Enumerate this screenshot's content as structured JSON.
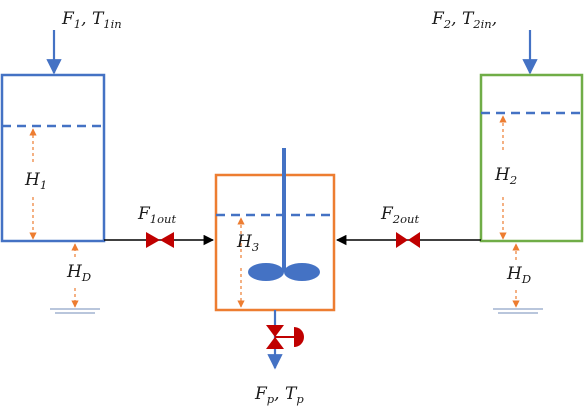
{
  "labels": {
    "inlet1": {
      "main": "F",
      "sub1": "1",
      "sep": ", ",
      "main2": "T",
      "sub2": "1in"
    },
    "inlet2": {
      "main": "F",
      "sub1": "2",
      "sep": ", ",
      "main2": "T",
      "sub2": "2in",
      "tail": ","
    },
    "H1": {
      "main": "H",
      "sub": "1"
    },
    "H2": {
      "main": "H",
      "sub": "2"
    },
    "H3": {
      "main": "H",
      "sub": "3"
    },
    "HD_left": {
      "main": "H",
      "sub": "D"
    },
    "HD_right": {
      "main": "H",
      "sub": "D"
    },
    "F1out": {
      "main": "F",
      "sub": "1out"
    },
    "F2out": {
      "main": "F",
      "sub": "2out"
    },
    "product": {
      "main": "F",
      "sub1": "p",
      "sep": ", ",
      "main2": "T",
      "sub2": "p"
    }
  },
  "colors": {
    "tank1": "#4472c4",
    "tank2": "#70ad47",
    "mixer_tank": "#ed7d31",
    "liquid_level": "#4472c4",
    "height_marker": "#ed7d31",
    "valve": "#c00000",
    "pipe": "#000000",
    "stream": "#4472c4",
    "agitator": "#4472c4",
    "ground": "#8fa5c8"
  }
}
